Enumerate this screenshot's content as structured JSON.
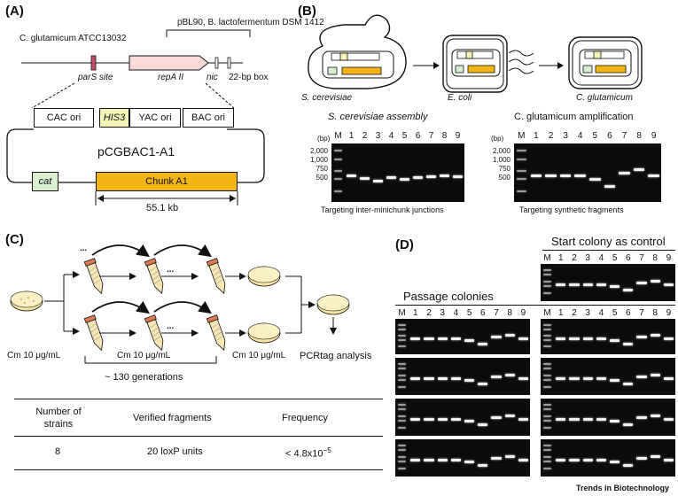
{
  "panelA": {
    "label": "(A)",
    "plasmid_source": "pBL90, B. lactofermentum DSM 1412",
    "host_source": "C. glutamicum ATCC13032",
    "features": [
      "parS site",
      "repA II",
      "nic",
      "22-bp box"
    ],
    "boxes": [
      "CAC ori",
      "HIS3",
      "YAC ori",
      "BAC ori",
      "cat",
      "Chunk A1"
    ],
    "plasmid_name": "pCGBAC1-A1",
    "size": "55.1 kb"
  },
  "panelB": {
    "label": "(B)",
    "hosts": [
      "S. cerevisiae",
      "E. coli",
      "C. glutamicum"
    ],
    "gel_left_title": "S. cerevisiae assembly",
    "gel_right_title": "C. glutamicum amplification",
    "ladder_unit": "(bp)",
    "ladder": [
      "2,000",
      "1,000",
      "750",
      "500"
    ],
    "lanes": [
      "M",
      "1",
      "2",
      "3",
      "4",
      "5",
      "6",
      "7",
      "8",
      "9"
    ],
    "left_caption": "Targeting inter-minichunk junctions",
    "right_caption": "Targeting synthetic fragments",
    "left_bands": [
      848,
      780,
      705,
      815,
      760,
      800,
      830,
      850,
      840
    ],
    "right_bands": [
      860,
      860,
      860,
      860,
      760,
      600,
      950,
      1050,
      860
    ]
  },
  "panelC": {
    "label": "(C)",
    "media": [
      "Cm 10 μg/mL",
      "Cm 10 μg/mL",
      "Cm 10 μg/mL"
    ],
    "ellipsis": "...",
    "generations": "~ 130 generations",
    "analysis": "PCRtag analysis",
    "table": {
      "headers": [
        "Number of strains",
        "Verified fragments",
        "Frequency"
      ],
      "row": [
        "8",
        "20 loxP units",
        "< 4.8x10"
      ],
      "exponent": "−5"
    }
  },
  "panelD": {
    "label": "(D)",
    "control_title": "Start colony as control",
    "passage_title": "Passage colonies",
    "lanes": [
      "M",
      "1",
      "2",
      "3",
      "4",
      "5",
      "6",
      "7",
      "8",
      "9"
    ]
  },
  "credit": "Trends in Biotechnology",
  "colors": {
    "chunk": "#f2b515",
    "cat": "#d8f0d0",
    "his3": "#f3f3b8",
    "repA": "#fbd9d9",
    "parS": "#c0506a"
  }
}
